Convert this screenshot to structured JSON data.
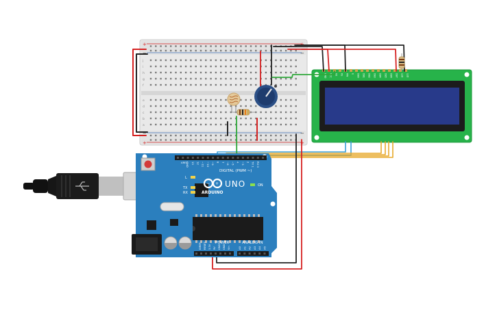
{
  "arduino": {
    "model_label": "UNO",
    "brand_label": "ARDUINO",
    "digital_header": "DIGITAL (PWM ~)",
    "power_header": "POWER",
    "analog_header": "ANALOG IN",
    "on_label": "ON",
    "led_l_label": "L",
    "led_tx_label": "TX",
    "led_rx_label": "RX",
    "aref_label": "AREF",
    "gnd_label": "GND",
    "digital_pins": [
      "13",
      "12",
      "~11",
      "~10",
      "~9",
      "8",
      "7",
      "~6",
      "~5",
      "4",
      "~3",
      "2",
      "TX 1",
      "RX 0"
    ],
    "power_pins": [
      "IOREF",
      "RESET",
      "3.3V",
      "5V",
      "GND",
      "GND",
      "Vin"
    ],
    "analog_pins": [
      "A0",
      "A1",
      "A2",
      "A3",
      "A4",
      "A5"
    ]
  },
  "breadboard": {
    "rail_plus": "+",
    "rail_minus": "−",
    "row_letters_top": [
      "j",
      "i",
      "h",
      "g",
      "f"
    ],
    "row_letters_bottom": [
      "e",
      "d",
      "c",
      "b",
      "a"
    ]
  },
  "lcd": {
    "pins": [
      "GND",
      "VCC",
      "V0",
      "RS",
      "RW",
      "E",
      "DB0",
      "DB1",
      "DB2",
      "DB3",
      "DB4",
      "DB5",
      "DB6",
      "DB7",
      "LED",
      "LED"
    ]
  },
  "colors": {
    "arduino_blue": "#2b7fbe",
    "wire_red": "#d52020",
    "wire_black": "#222222",
    "wire_green": "#2fa83a",
    "wire_blue": "#3aa0d8",
    "wire_orange": "#e7a92a",
    "lcd_green": "#27b34a",
    "lcd_screen": "#283a8a"
  }
}
